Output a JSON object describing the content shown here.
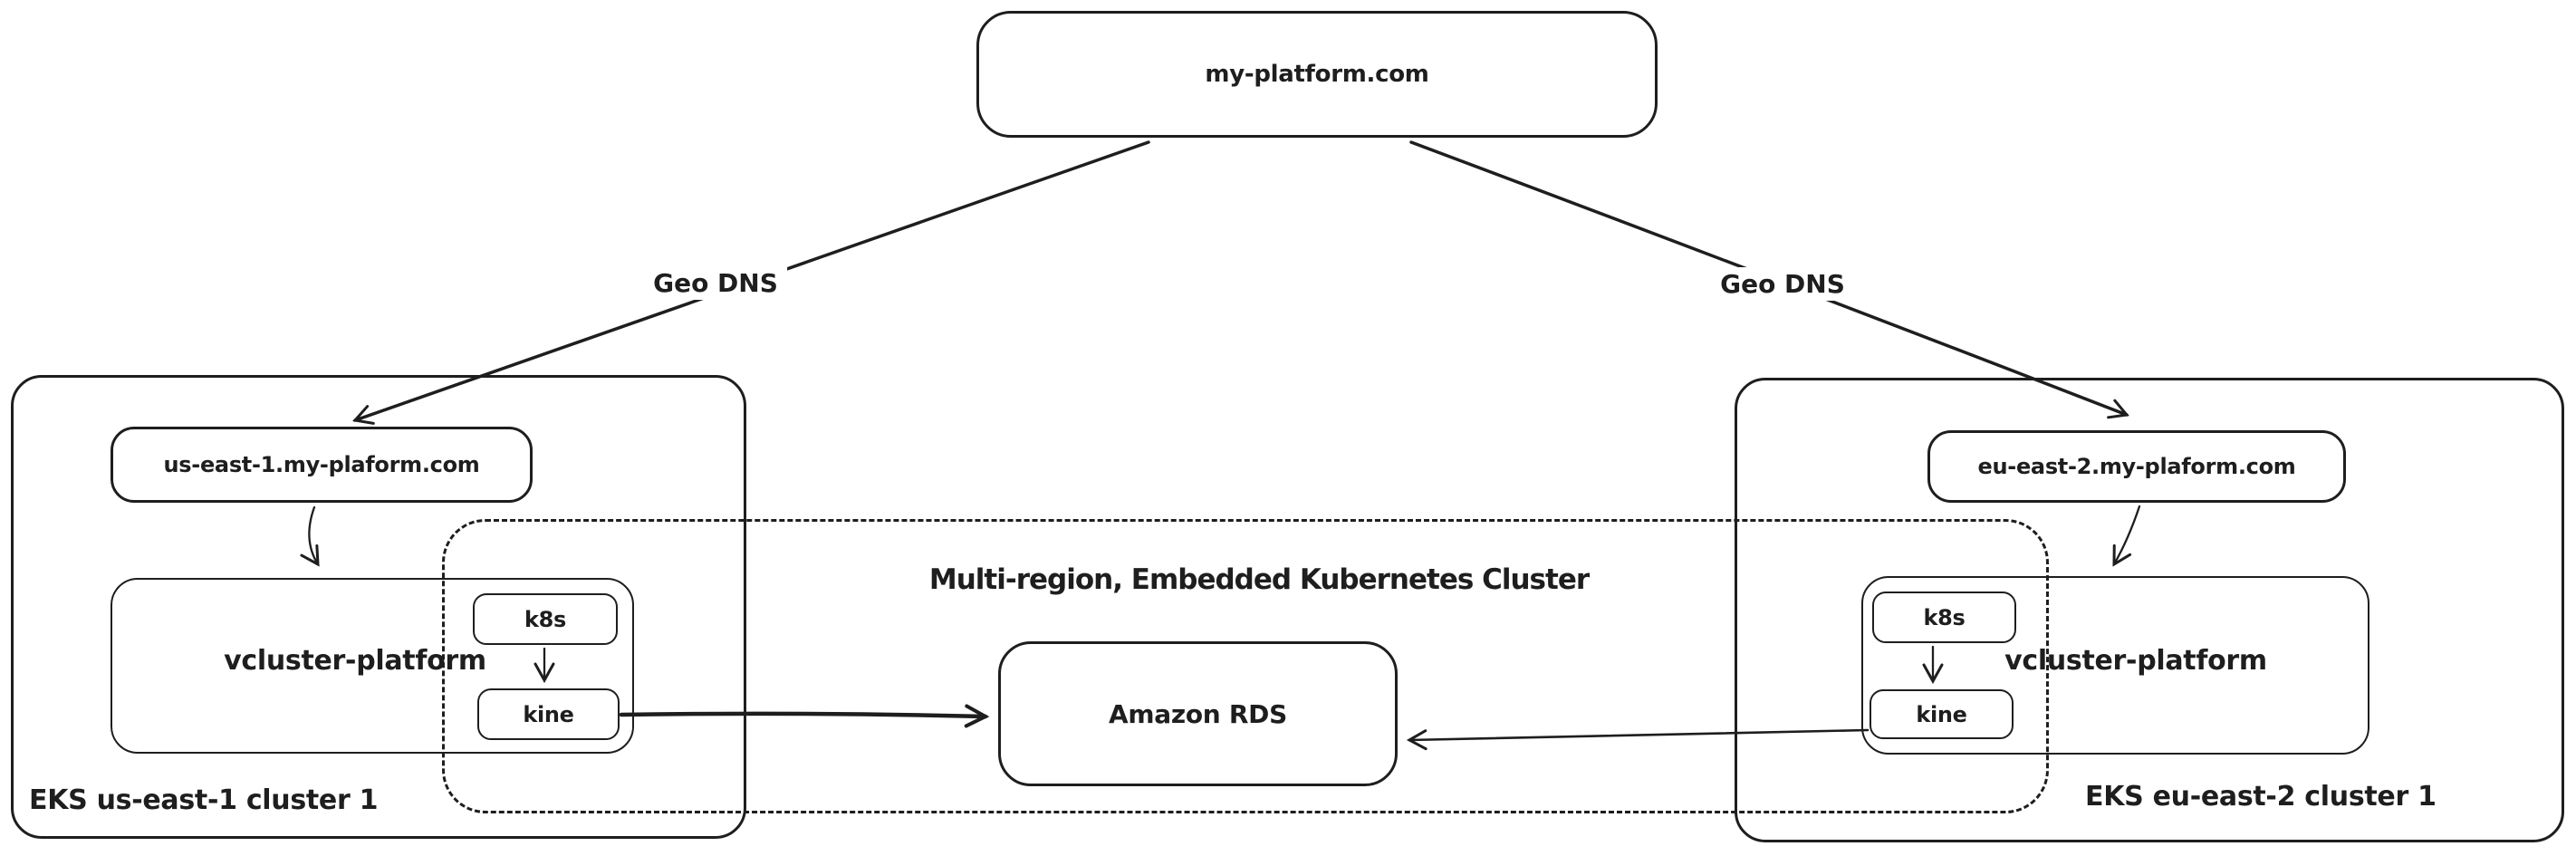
{
  "colors": {
    "stroke": "#1e1e1e",
    "background": "#ffffff"
  },
  "root": {
    "domain_label": "my-platform.com"
  },
  "edges": {
    "geo_dns_left_label": "Geo DNS",
    "geo_dns_right_label": "Geo DNS"
  },
  "left_cluster": {
    "label": "EKS us-east-1 cluster 1",
    "dns_label": "us-east-1.my-plaform.com",
    "vcluster_label": "vcluster-platform",
    "k8s_label": "k8s",
    "kine_label": "kine"
  },
  "right_cluster": {
    "label": "EKS eu-east-2 cluster 1",
    "dns_label": "eu-east-2.my-plaform.com",
    "vcluster_label": "vcluster-platform",
    "k8s_label": "k8s",
    "kine_label": "kine"
  },
  "embedded_cluster": {
    "title": "Multi-region, Embedded Kubernetes Cluster",
    "rds_label": "Amazon RDS"
  }
}
